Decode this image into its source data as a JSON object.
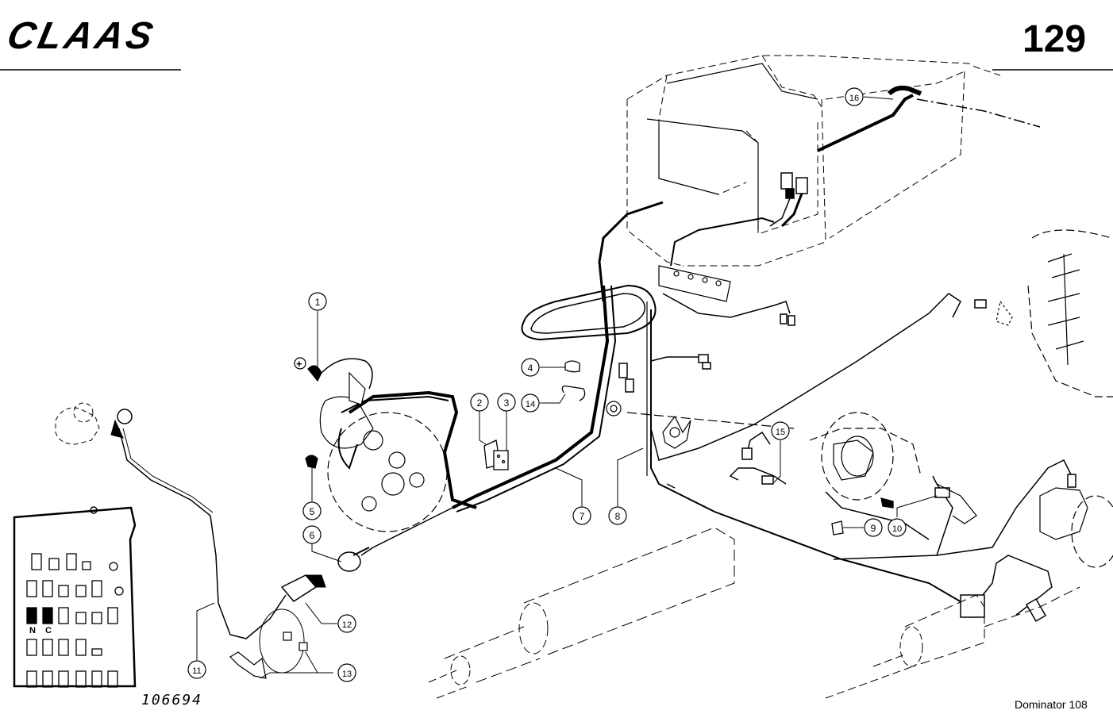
{
  "header": {
    "brand": "CLAAS",
    "page_number": "129"
  },
  "footer": {
    "drawing_number": "106694",
    "model": "Dominator 108"
  },
  "fuse_panel": {
    "labels": [
      "N",
      "C"
    ]
  },
  "callouts": [
    {
      "label": "1"
    },
    {
      "label": "2"
    },
    {
      "label": "3"
    },
    {
      "label": "4"
    },
    {
      "label": "5"
    },
    {
      "label": "6"
    },
    {
      "label": "7"
    },
    {
      "label": "8"
    },
    {
      "label": "9"
    },
    {
      "label": "10"
    },
    {
      "label": "11"
    },
    {
      "label": "12"
    },
    {
      "label": "13"
    },
    {
      "label": "14"
    },
    {
      "label": "15"
    },
    {
      "label": "16"
    }
  ],
  "symbols": {
    "positive": "+"
  }
}
